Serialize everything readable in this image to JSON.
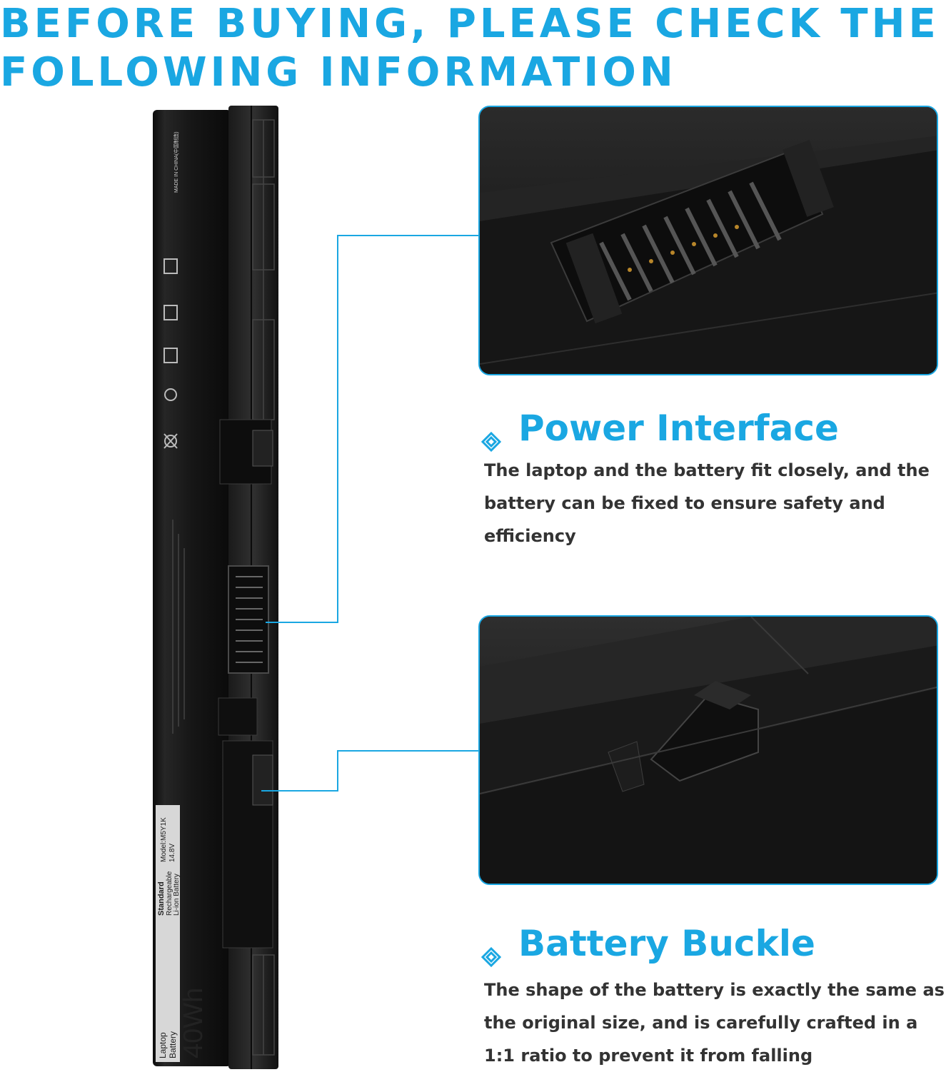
{
  "headline": {
    "line1": "BEFORE BUYING, PLEASE CHECK THE",
    "line2": "FOLLOWING INFORMATION"
  },
  "colors": {
    "accent": "#1aa7e2",
    "body_text": "#333333",
    "battery": "#151515"
  },
  "battery_label": {
    "capacity": "40Wh",
    "type_line1": "Laptop",
    "type_line2": "Battery",
    "brand": "Standard",
    "kind_line1": "Rechargeable",
    "kind_line2": "Li-ion Battery",
    "model": "Model:M5Y1K",
    "rating": "14.8V",
    "made_in": "MADE IN CHINA(中国制造)"
  },
  "sections": [
    {
      "icon": "diamond-icon",
      "title": "Power Interface",
      "body": "The laptop and the battery fit closely, and the battery can be fixed to ensure safety and efficiency"
    },
    {
      "icon": "diamond-icon",
      "title": "Battery Buckle",
      "body": "The shape of the battery is exactly the same as the original size, and is carefully crafted in a 1:1 ratio to prevent it from falling"
    }
  ]
}
